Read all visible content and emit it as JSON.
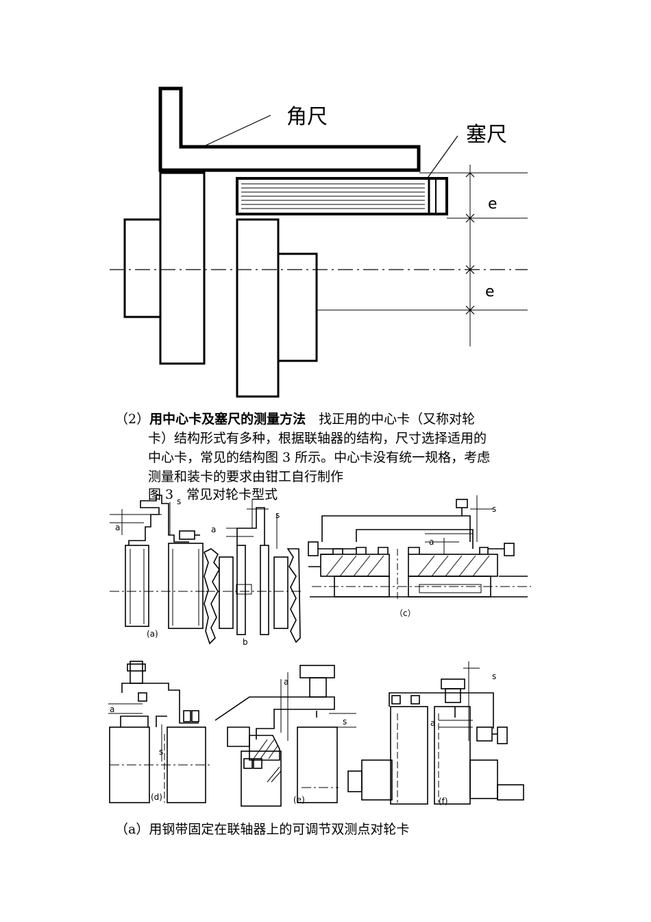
{
  "figure1": {
    "label_square": "角尺",
    "label_feeler": "塞尺",
    "dim_e_upper": "e",
    "dim_e_lower": "e"
  },
  "section": {
    "number": "（2）",
    "heading": "用中心卡及塞尺的测量方法",
    "line1": "找正用的中心卡（又称对轮",
    "line2": "卡）结构形式有多种，根据联轴器的结构，尺寸选择适用的",
    "line3": "中心卡，常见的结构图 3 所示。中心卡没有统一规格，考虑",
    "line4": "测量和装卡的要求由钳工自行制作",
    "figure_title": "图 3　常见对轮卡型式"
  },
  "figure3": {
    "a": {
      "label_s": "s",
      "label_a": "a",
      "caption": "(a)"
    },
    "b": {
      "label_s": "s",
      "label_a": "a",
      "caption": "b"
    },
    "c": {
      "label_s": "s",
      "label_a": "a",
      "caption": "（c）"
    },
    "d": {
      "label_a": "a",
      "label_s": "s",
      "caption": "(d)"
    },
    "e": {
      "label_a": "a",
      "label_s": "s",
      "caption": "(e)"
    },
    "f": {
      "label_s": "s",
      "label_a": "a",
      "caption": "(f)"
    }
  },
  "footer": {
    "caption_a": "（a）用钢带固定在联轴器上的可调节双测点对轮卡"
  }
}
